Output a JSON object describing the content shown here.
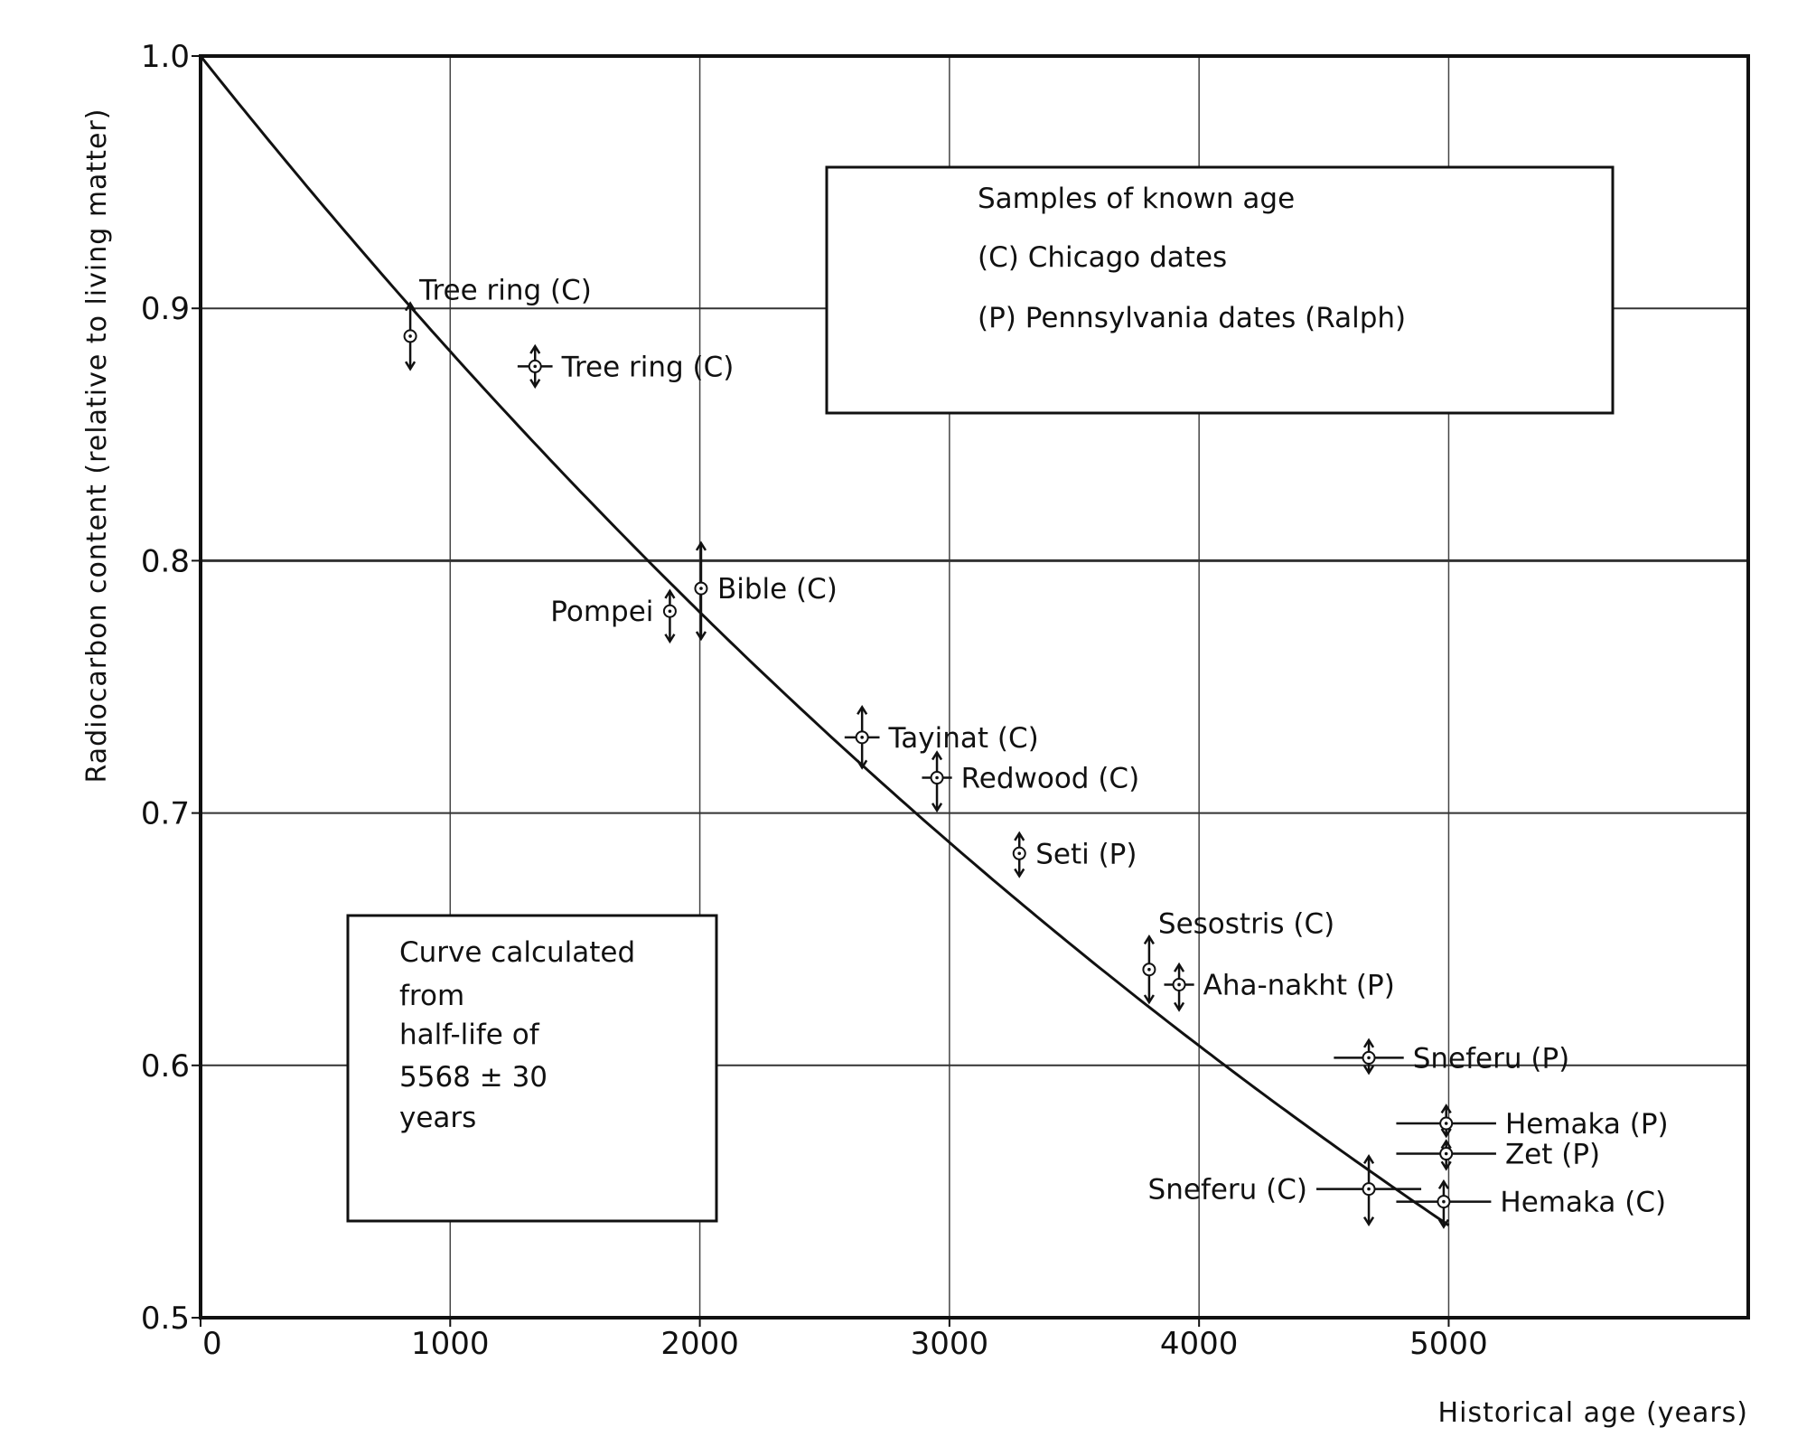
{
  "chart_data": {
    "type": "scatter",
    "xlabel": "Historical age (years)",
    "ylabel": "Radiocarbon content (relative to living matter)",
    "xlim": [
      0,
      6200
    ],
    "ylim": [
      0.5,
      1.0
    ],
    "x_ticks": [
      0,
      1000,
      2000,
      3000,
      4000,
      5000
    ],
    "x_tick_labels": [
      "0",
      "1000",
      "2000",
      "3000",
      "4000",
      "5000"
    ],
    "y_ticks": [
      0.5,
      0.6,
      0.7,
      0.8,
      0.9,
      1.0
    ],
    "y_tick_labels": [
      "0.5",
      "0.6",
      "0.7",
      "0.8",
      "0.9",
      "1.0"
    ],
    "grid": true,
    "curve": {
      "type": "exponential-decay",
      "half_life": 5568
    },
    "points": [
      {
        "label": "Tree ring (C)",
        "x": 840,
        "y": 0.889,
        "yerr_up": 0.013,
        "yerr_down": 0.013,
        "label_pos": "top-right"
      },
      {
        "label": "Tree ring (C)",
        "x": 1340,
        "y": 0.877,
        "xerr": 70,
        "yerr_up": 0.008,
        "yerr_down": 0.008,
        "label_pos": "right"
      },
      {
        "label": "Pompei",
        "x": 1880,
        "y": 0.78,
        "yerr_up": 0.008,
        "yerr_down": 0.012,
        "label_pos": "left"
      },
      {
        "label": "Bible (C)",
        "x": 2005,
        "y": 0.789,
        "yerr_up": 0.018,
        "yerr_down": 0.02,
        "label_pos": "right"
      },
      {
        "label": "Tayinat (C)",
        "x": 2650,
        "y": 0.73,
        "xerr": 70,
        "yerr_up": 0.012,
        "yerr_down": 0.012,
        "label_pos": "right"
      },
      {
        "label": "Redwood (C)",
        "x": 2950,
        "y": 0.714,
        "xerr": 60,
        "yerr_up": 0.01,
        "yerr_down": 0.013,
        "label_pos": "right"
      },
      {
        "label": "Seti (P)",
        "x": 3280,
        "y": 0.684,
        "yerr_up": 0.008,
        "yerr_down": 0.009,
        "label_pos": "right"
      },
      {
        "label": "Sesostris (C)",
        "x": 3800,
        "y": 0.638,
        "yerr_up": 0.013,
        "yerr_down": 0.013,
        "label_pos": "top-right"
      },
      {
        "label": "Aha-nakht (P)",
        "x": 3920,
        "y": 0.632,
        "xerr": 60,
        "yerr_up": 0.008,
        "yerr_down": 0.01,
        "label_pos": "right"
      },
      {
        "label": "Sneferu (P)",
        "x": 4680,
        "y": 0.603,
        "xerr": 140,
        "yerr_up": 0.007,
        "yerr_down": 0.006,
        "label_pos": "right"
      },
      {
        "label": "Hemaka (P)",
        "x": 4990,
        "y": 0.577,
        "xerr": 200,
        "yerr_up": 0.007,
        "yerr_down": 0.005,
        "label_pos": "right"
      },
      {
        "label": "Zet (P)",
        "x": 4990,
        "y": 0.565,
        "xerr": 200,
        "yerr_up": 0.005,
        "yerr_down": 0.006,
        "label_pos": "right"
      },
      {
        "label": "Sneferu (C)",
        "x": 4680,
        "y": 0.551,
        "xerr": 210,
        "yerr_up": 0.013,
        "yerr_down": 0.014,
        "label_pos": "left"
      },
      {
        "label": "Hemaka (C)",
        "x": 4980,
        "y": 0.546,
        "xerr": 190,
        "yerr_up": 0.008,
        "yerr_down": 0.01,
        "label_pos": "right"
      }
    ],
    "legend": {
      "position": "top-right",
      "lines": [
        "Samples of known age",
        "(C) Chicago dates",
        "(P) Pennsylvania dates (Ralph)"
      ]
    },
    "note": {
      "position": "bottom-left",
      "lines": [
        "Curve calculated",
        "from",
        "half-life of",
        "5568 ± 30",
        "years"
      ]
    }
  }
}
